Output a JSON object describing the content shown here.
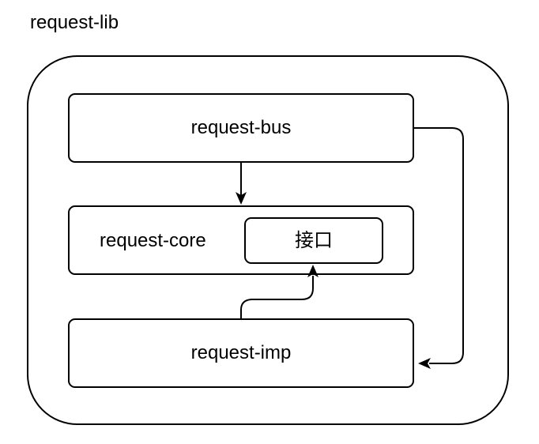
{
  "diagram": {
    "container_label": "request-lib",
    "nodes": {
      "bus": "request-bus",
      "core": "request-core",
      "interface": "接口",
      "imp": "request-imp"
    },
    "edges": [
      {
        "from": "request-bus",
        "to": "request-core"
      },
      {
        "from": "request-imp",
        "to": "接口"
      },
      {
        "from": "request-bus",
        "to": "request-imp"
      }
    ]
  }
}
